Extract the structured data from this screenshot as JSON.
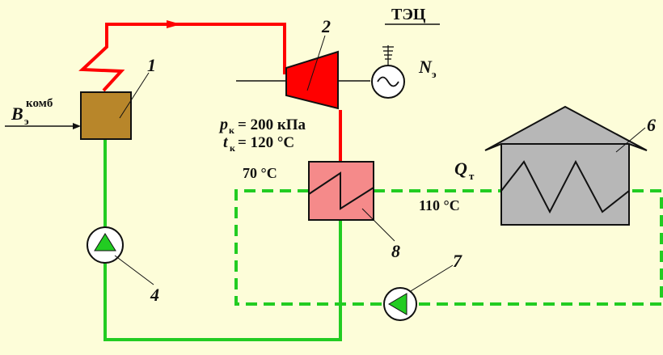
{
  "title": "ТЭЦ",
  "fuel_input": {
    "symbol": "B",
    "sub": "э",
    "sup": "комб"
  },
  "generator": {
    "symbol": "N",
    "sub": "э"
  },
  "condenser_state": {
    "pressure": {
      "symbol": "p",
      "sub": "к",
      "value": "= 200 кПа"
    },
    "temperature": {
      "symbol": "t",
      "sub": "к",
      "value": "= 120 °C"
    }
  },
  "temp_return": "70 °C",
  "temp_supply": "110 °C",
  "heat_load": {
    "symbol": "Q",
    "sub": "т"
  },
  "numbers": {
    "boiler": "1",
    "turbine": "2",
    "pump_feed": "4",
    "building": "6",
    "pump_network": "7",
    "heat_exchanger": "8"
  },
  "colors": {
    "background": "#fdfdd9",
    "steam_line": "#ff0000",
    "water_line": "#22cc22",
    "network_line": "#22cc22",
    "boiler": "#b8862a",
    "turbine": "#ff0000",
    "heat_exchanger": "#f58a8a",
    "building": "#b7b7b7"
  }
}
